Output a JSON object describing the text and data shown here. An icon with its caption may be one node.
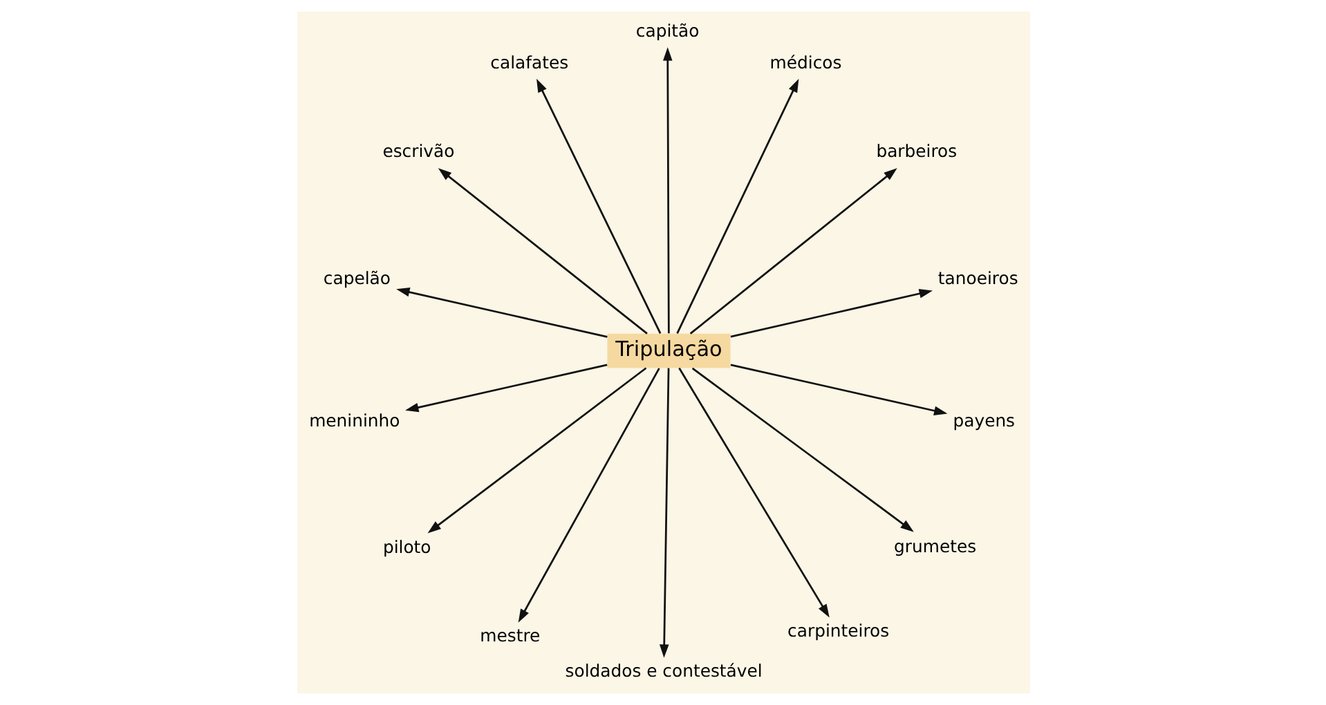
{
  "diagram": {
    "nodes": [
      {
        "text": [
          "tanoeiros"
        ]
      },
      {
        "text": [
          "barbeiros"
        ]
      },
      {
        "text": [
          "médicos"
        ]
      },
      {
        "text": [
          "capitão"
        ]
      },
      {
        "text": [
          "calafates"
        ]
      },
      {
        "text": [
          "escrivão"
        ]
      },
      {
        "text": [
          "capelão"
        ]
      },
      {
        "text": [
          "Tripulação"
        ]
      },
      {
        "text": [
          "menininho"
        ]
      },
      {
        "text": [
          "piloto"
        ]
      },
      {
        "text": [
          "mestre"
        ]
      },
      {
        "text": [
          "soldados e contestável"
        ]
      },
      {
        "text": [
          "carpinteiros"
        ]
      },
      {
        "text": [
          "grumetes"
        ]
      },
      {
        "text": [
          "payens"
        ]
      }
    ],
    "edges": [
      {
        "from": 7,
        "to": 0,
        "arrow": "to"
      },
      {
        "from": 7,
        "to": 1,
        "arrow": "to"
      },
      {
        "from": 7,
        "to": 2,
        "arrow": "to"
      },
      {
        "from": 7,
        "to": 3,
        "arrow": "to"
      },
      {
        "from": 7,
        "to": 4,
        "arrow": "to"
      },
      {
        "from": 7,
        "to": 5,
        "arrow": "to"
      },
      {
        "from": 7,
        "to": 6,
        "arrow": "to"
      },
      {
        "from": 7,
        "to": 8,
        "arrow": "to"
      },
      {
        "from": 7,
        "to": 9,
        "arrow": "to"
      },
      {
        "from": 7,
        "to": 10,
        "arrow": "to"
      },
      {
        "from": 7,
        "to": 11,
        "arrow": "to"
      },
      {
        "from": 7,
        "to": 12,
        "arrow": "to"
      },
      {
        "from": 7,
        "to": 13,
        "arrow": "to"
      },
      {
        "from": 7,
        "to": 14,
        "arrow": "to"
      }
    ]
  }
}
